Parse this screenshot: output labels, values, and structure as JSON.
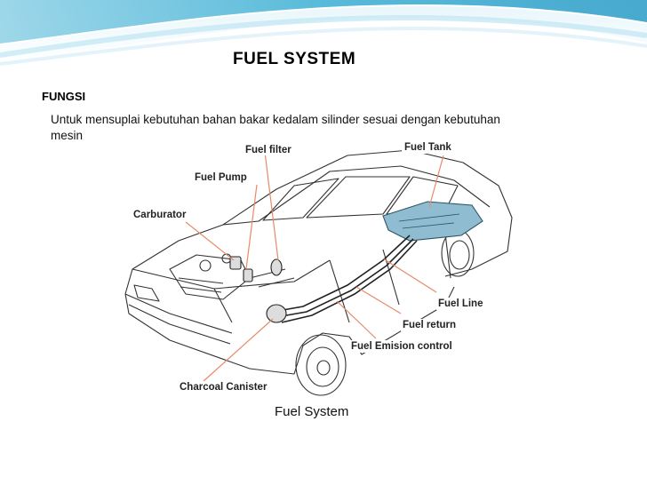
{
  "slide": {
    "title": "FUEL SYSTEM",
    "section_label": "FUNGSI",
    "description": "Untuk mensuplai kebutuhan bahan bakar kedalam silinder sesuai dengan kebutuhan mesin"
  },
  "diagram": {
    "callouts": {
      "fuel_filter": "Fuel filter",
      "fuel_tank": "Fuel Tank",
      "fuel_pump": "Fuel Pump",
      "carburator": "Carburator",
      "fuel_line": "Fuel Line",
      "fuel_return": "Fuel return",
      "fuel_emision_control": "Fuel Emision control",
      "charcoal_canister": "Charcoal Canister"
    },
    "caption": "Fuel System",
    "colors": {
      "tank_fill": "#8fbcd0",
      "leader_line": "#e8896a",
      "header_teal": "#4fb7d6"
    }
  }
}
